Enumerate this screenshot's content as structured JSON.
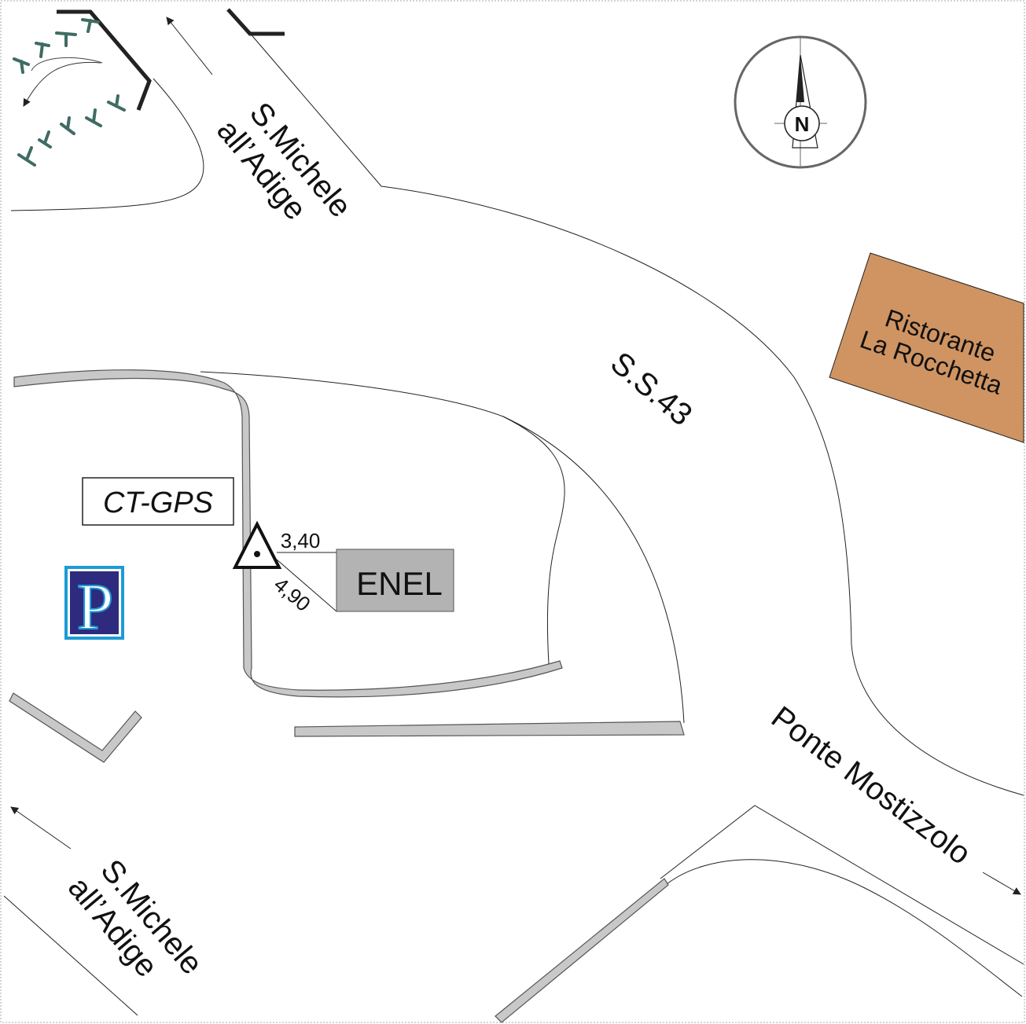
{
  "labels": {
    "road_top": {
      "line1": "S.Michele",
      "line2": "all’Adige"
    },
    "road_bottom": {
      "line1": "S.Michele",
      "line2": "all’Adige"
    },
    "ss43": "S.S.43",
    "ponte": "Ponte Mostizzolo",
    "restaurant": {
      "line1": "Ristorante",
      "line2": "La Rocchetta"
    },
    "station": "CT-GPS",
    "enel": "ENEL",
    "dist_horizontal": "3,40",
    "dist_diagonal": "4,90",
    "parking": "P",
    "compass_n": "N"
  },
  "colors": {
    "restaurant_fill": "#cf9462",
    "enel_fill": "#b3b3b3",
    "wall_fill": "#c8c8c8",
    "parking_fill": "#2e2a7e",
    "tree_color": "#3f6b63"
  },
  "icons": {
    "compass": "north-compass-icon",
    "parking": "parking-sign-icon",
    "station": "survey-benchmark-triangle-icon",
    "trees": "tree-icon"
  }
}
